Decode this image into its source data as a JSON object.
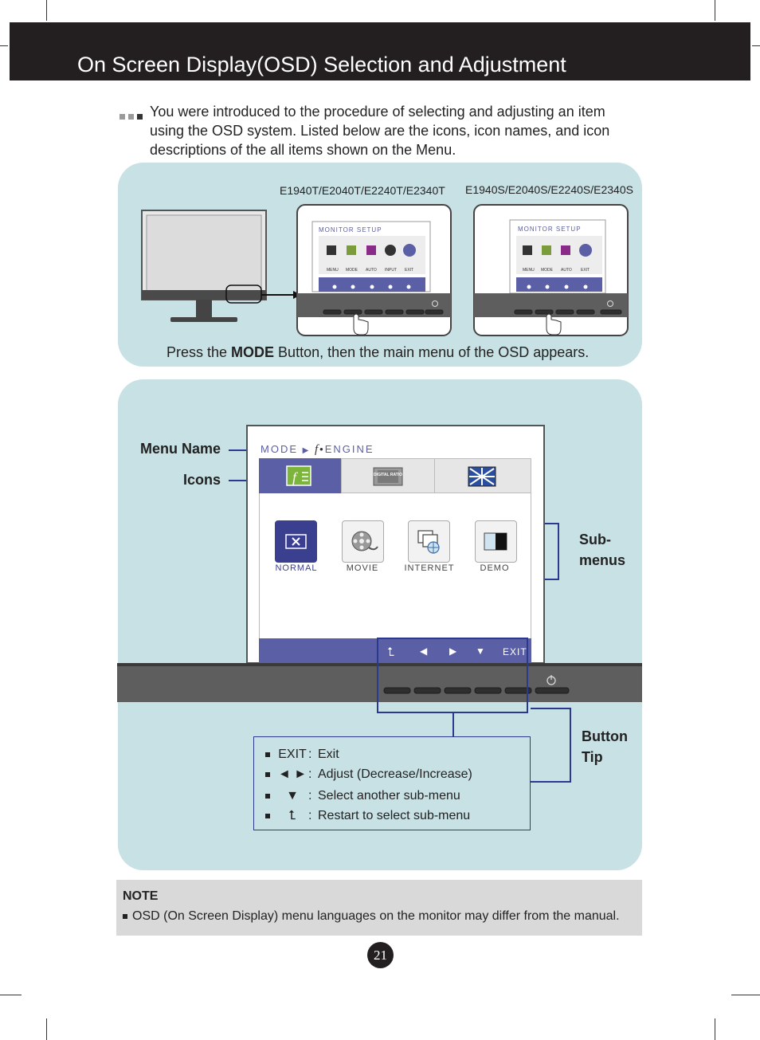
{
  "header": {
    "title": "On Screen Display(OSD) Selection and Adjustment"
  },
  "intro": {
    "text": "You were introduced to the procedure of selecting and adjusting an item using the OSD system. Listed below are the icons, icon names, and icon descriptions of the all items shown on the Menu."
  },
  "top_panel": {
    "model_left": "E1940T/E2040T/E2240T/E2340T",
    "model_right": "E1940S/E2040S/E2240S/E2340S",
    "osd_title": "MONITOR SETUP",
    "left_menu_labels": [
      "MENU",
      "MODE",
      "AUTO",
      "INPUT",
      "EXIT"
    ],
    "right_menu_labels": [
      "MENU",
      "MODE",
      "AUTO",
      "EXIT"
    ],
    "caption_prefix": "Press the ",
    "caption_bold": "MODE",
    "caption_suffix": " Button, then the main menu of the OSD appears."
  },
  "osd": {
    "labels": {
      "menu_name": "Menu Name",
      "icons": "Icons",
      "sub_menus_1": "Sub-",
      "sub_menus_2": "menus",
      "button_tip_1": "Button",
      "button_tip_2": "Tip"
    },
    "menu_prefix": "MODE",
    "menu_engine": "ENGINE",
    "f_glyph": "f",
    "ratio_icon_text": "DIGITAL RATIO",
    "submenus": [
      "NORMAL",
      "MOVIE",
      "INTERNET",
      "DEMO"
    ],
    "exit_label": "EXIT"
  },
  "tips": [
    {
      "symbol": "EXIT",
      "text": "Exit"
    },
    {
      "symbol": "◄ ►",
      "text": "Adjust (Decrease/Increase)"
    },
    {
      "symbol": "▼",
      "text": "Select another sub-menu"
    },
    {
      "symbol": "⮤",
      "text": "Restart to select sub-menu"
    }
  ],
  "tip_colon": ":",
  "note": {
    "title": "NOTE",
    "text": "OSD (On Screen Display) menu languages on the monitor may differ from the manual."
  },
  "page_number": "21",
  "colors": {
    "panel": "#c8e1e5",
    "header": "#231f20",
    "accent_blue": "#2b3a8f",
    "osd_bar": "#5a5fa6"
  }
}
